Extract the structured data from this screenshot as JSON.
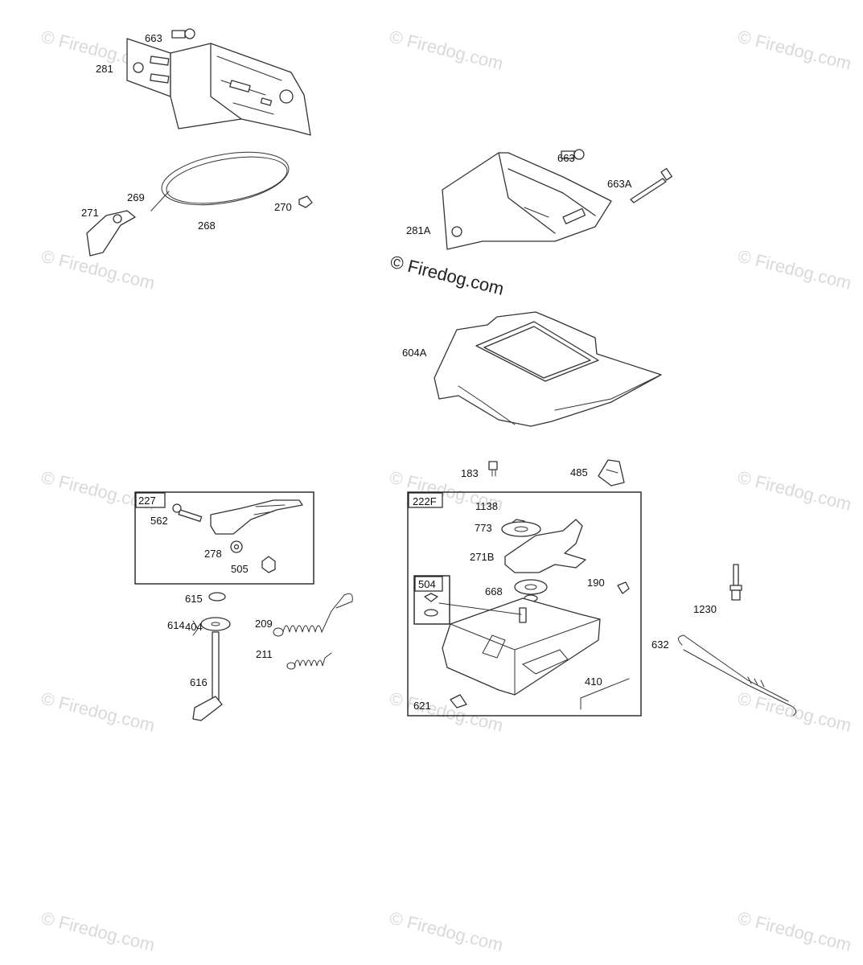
{
  "watermark": {
    "text": "© Firedog.com"
  },
  "parts": {
    "p663_top": "663",
    "p281": "281",
    "p269": "269",
    "p271": "271",
    "p268": "268",
    "p270": "270",
    "p663_right": "663",
    "p663A": "663A",
    "p281A": "281A",
    "p604A": "604A",
    "p183": "183",
    "p485": "485",
    "p227": "227",
    "p562": "562",
    "p278": "278",
    "p505": "505",
    "p615": "615",
    "p404": "404",
    "p614": "614",
    "p616": "616",
    "p209": "209",
    "p211": "211",
    "p222F": "222F",
    "p1138": "1138",
    "p773": "773",
    "p271B": "271B",
    "p504": "504",
    "p668": "668",
    "p190": "190",
    "p410": "410",
    "p621": "621",
    "p1230": "1230",
    "p632": "632"
  },
  "colors": {
    "line": "#333333",
    "watermark": "#d9d9d9",
    "background": "#ffffff"
  }
}
